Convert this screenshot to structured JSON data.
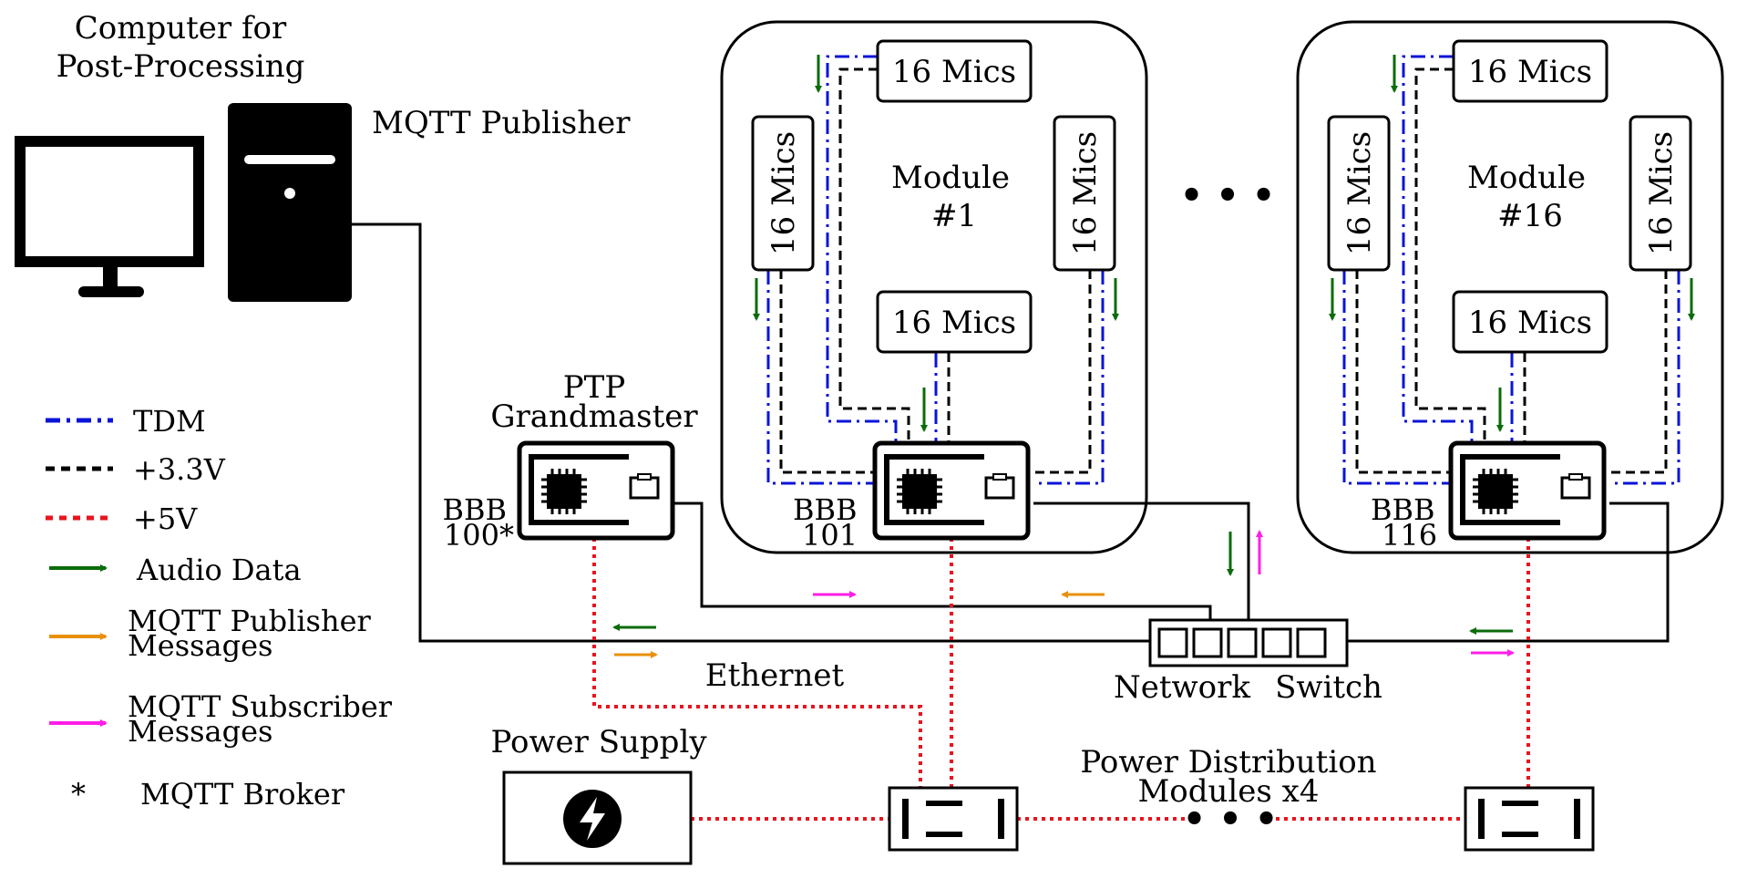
{
  "computer": {
    "title_line1": "Computer for",
    "title_line2": "Post-Processing",
    "publisher_label": "MQTT Publisher"
  },
  "legend": [
    {
      "label": "TDM",
      "style": "dash-dot",
      "color": "#0a14d8"
    },
    {
      "label": "+3.3V",
      "style": "dashed",
      "color": "#000000"
    },
    {
      "label": "+5V",
      "style": "dotted",
      "color": "#e8141e"
    },
    {
      "label": "Audio Data",
      "style": "arrow",
      "color": "#0a6b0a"
    },
    {
      "label_line1": "MQTT Publisher",
      "label_line2": "Messages",
      "style": "arrow",
      "color": "#e8900a"
    },
    {
      "label_line1": "MQTT Subscriber",
      "label_line2": "Messages",
      "style": "arrow",
      "color": "#ff1ee6"
    },
    {
      "symbol": "*",
      "label": "MQTT Broker"
    }
  ],
  "ptp": {
    "title_line1": "PTP",
    "title_line2": "Grandmaster",
    "bbb_line1": "BBB",
    "bbb_line2": "100*"
  },
  "modules": [
    {
      "title_line1": "Module",
      "title_line2": "#1",
      "mics_top": "16 Mics",
      "mics_left": "16 Mics",
      "mics_right": "16 Mics",
      "mics_bottom": "16 Mics",
      "bbb_line1": "BBB",
      "bbb_line2": "101"
    },
    {
      "title_line1": "Module",
      "title_line2": "#16",
      "mics_top": "16 Mics",
      "mics_left": "16 Mics",
      "mics_right": "16 Mics",
      "mics_bottom": "16 Mics",
      "bbb_line1": "BBB",
      "bbb_line2": "116"
    }
  ],
  "ellipsis": "• • •",
  "network_switch": {
    "label_a": "Network",
    "label_b": "Switch"
  },
  "ethernet_label": "Ethernet",
  "power_supply": {
    "label": "Power Supply"
  },
  "power_distribution": {
    "line1": "Power Distribution",
    "line2": "Modules x4"
  },
  "colors": {
    "tdm": "#0a14d8",
    "v33": "#000000",
    "v5": "#e8141e",
    "audio": "#0a6b0a",
    "publisher": "#e8900a",
    "subscriber": "#ff1ee6"
  }
}
